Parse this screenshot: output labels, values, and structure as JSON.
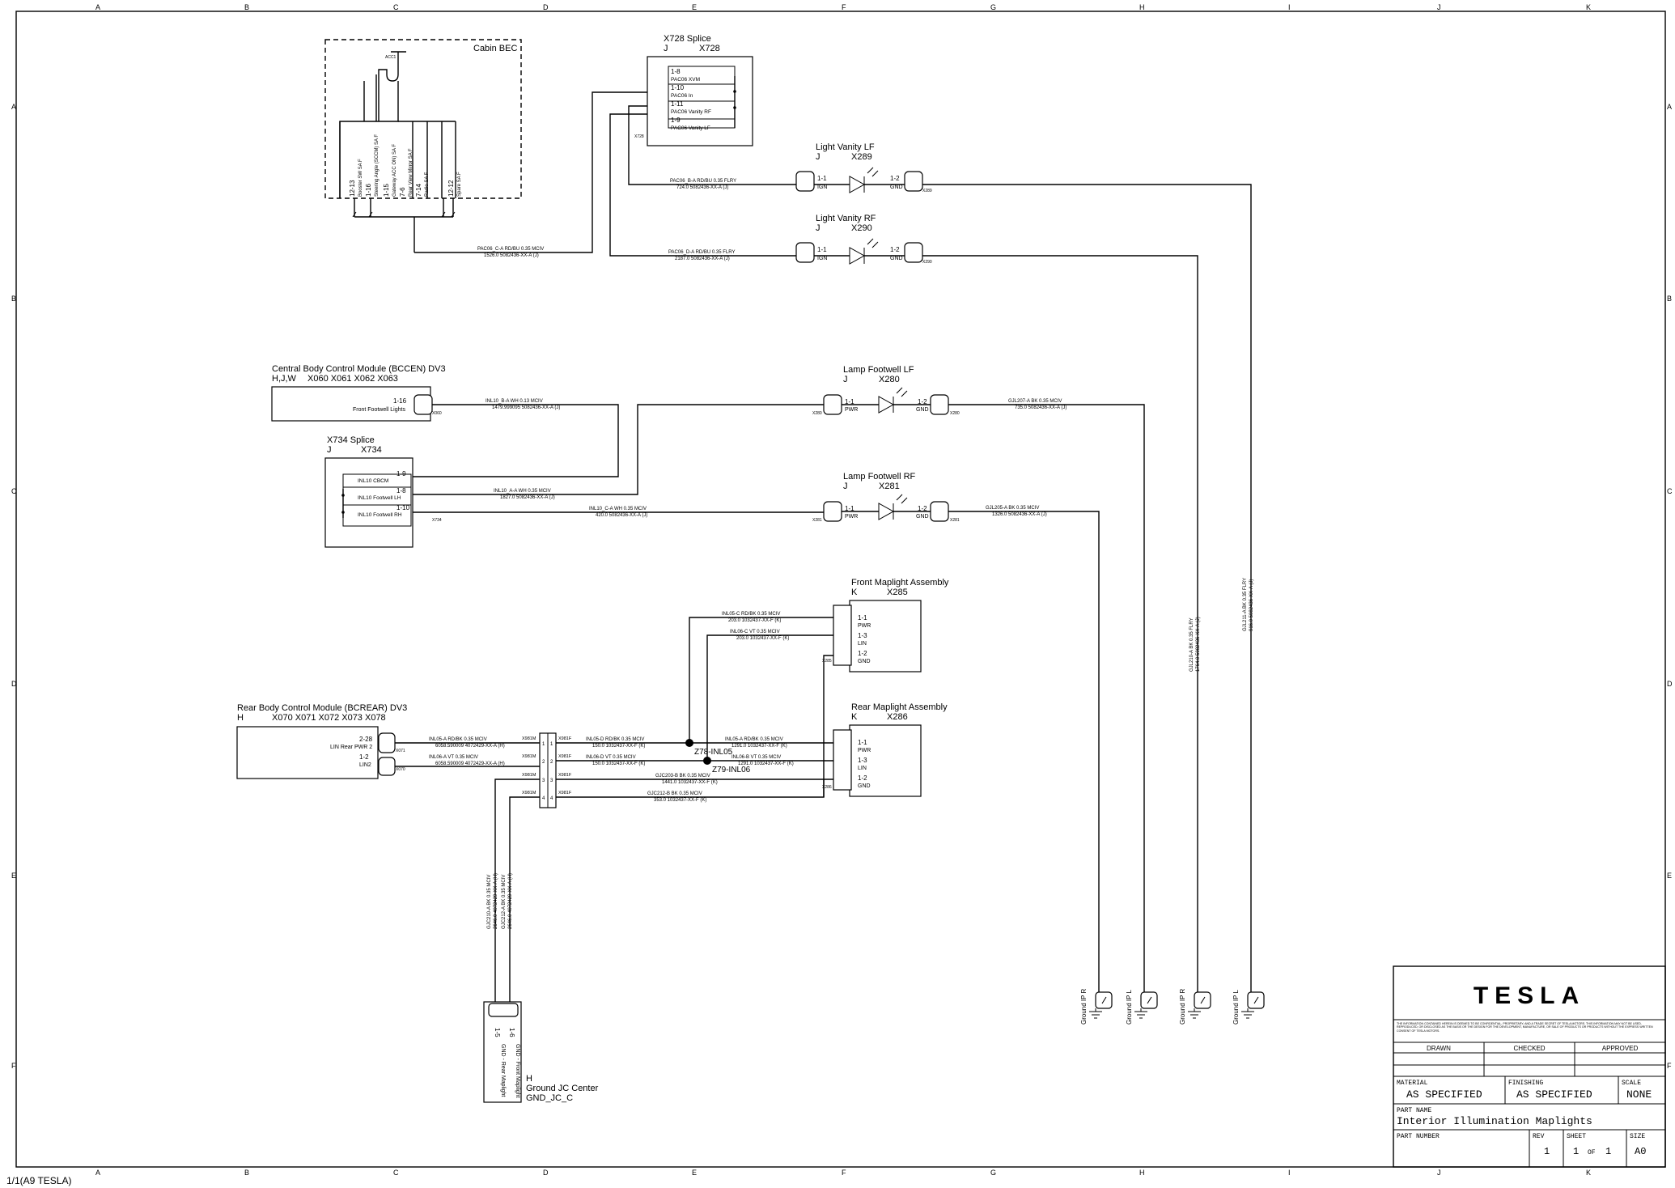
{
  "border": {
    "columns": [
      "A",
      "B",
      "C",
      "D",
      "E",
      "F",
      "G",
      "H",
      "I",
      "J",
      "K"
    ],
    "rows": [
      "A",
      "B",
      "C",
      "D",
      "E",
      "F"
    ]
  },
  "footer_page": "1/1(A9 TESLA)",
  "components": {
    "cabin_bec": {
      "title": "Cabin BEC",
      "top_label": "ACC1",
      "pins": [
        "12-13",
        "1-16",
        "1-15",
        "7-6",
        "7-14",
        "12-12"
      ],
      "pin_labels": [
        "Booster SW SA F",
        "Steering Angle (SCCM) SA F",
        "Gateway ACC ON) SA F",
        "Rear View Mirror SA F",
        "Radio SA F",
        "Spare SA F"
      ]
    },
    "x728": {
      "title": "X728 Splice",
      "family": "J",
      "id": "X728",
      "pins": [
        {
          "pin": "1-8",
          "name": "PAC06 XVM"
        },
        {
          "pin": "1-10",
          "name": "PAC06 In"
        },
        {
          "pin": "1-11",
          "name": "PAC06 Vanity RF"
        },
        {
          "pin": "1-9",
          "name": "PAC06 Vanity LF"
        }
      ],
      "conn": "X728"
    },
    "vanity_lf": {
      "title": "Light Vanity LF",
      "family": "J",
      "id": "X289",
      "pin1": "1-1",
      "pin1_name": "IGN",
      "pin2": "1-2",
      "pin2_name": "GND",
      "conn": "X289"
    },
    "vanity_rf": {
      "title": "Light Vanity RF",
      "family": "J",
      "id": "X290",
      "pin1": "1-1",
      "pin1_name": "IGN",
      "pin2": "1-2",
      "pin2_name": "GND",
      "conn": "X290"
    },
    "bccen": {
      "title": "Central Body Control Module (BCCEN) DV3",
      "family": "H,J,W",
      "ids": "X060   X061   X062   X063",
      "pin": "1-16",
      "pin_name": "Front Footwell Lights",
      "conn": "X060"
    },
    "x734": {
      "title": "X734 Splice",
      "family": "J",
      "id": "X734",
      "pins": [
        {
          "pin": "1-9",
          "name": "INL10 CBCM"
        },
        {
          "pin": "1-8",
          "name": "INL10 Footwell LH"
        },
        {
          "pin": "1-10",
          "name": "INL10 Footwell RH"
        }
      ],
      "conn": "X734"
    },
    "footwell_lf": {
      "title": "Lamp Footwell LF",
      "family": "J",
      "id": "X280",
      "pin1": "1-1",
      "pin1_name": "PWR",
      "pin2": "1-2",
      "pin2_name": "GND",
      "conn": "X280"
    },
    "footwell_rf": {
      "title": "Lamp Footwell RF",
      "family": "J",
      "id": "X281",
      "pin1": "1-1",
      "pin1_name": "PWR",
      "pin2": "1-2",
      "pin2_name": "GND",
      "conn": "X281"
    },
    "front_maplight": {
      "title": "Front Maplight Assembly",
      "family": "K",
      "id": "X285",
      "pins": [
        {
          "pin": "1-1",
          "name": "PWR"
        },
        {
          "pin": "1-3",
          "name": "LIN"
        },
        {
          "pin": "1-2",
          "name": "GND"
        }
      ],
      "conn": "X285"
    },
    "rear_maplight": {
      "title": "Rear Maplight Assembly",
      "family": "K",
      "id": "X286",
      "pins": [
        {
          "pin": "1-1",
          "name": "PWR"
        },
        {
          "pin": "1-3",
          "name": "LIN"
        },
        {
          "pin": "1-2",
          "name": "GND"
        }
      ],
      "conn": "X286"
    },
    "bcrear": {
      "title": "Rear Body Control Module (BCREAR) DV3",
      "family": "H",
      "ids": "X070   X071   X072   X073   X078",
      "pins": [
        {
          "pin": "2-28",
          "name": "LIN Rear PWR 2"
        },
        {
          "pin": "1-2",
          "name": "LIN2"
        }
      ],
      "conns": [
        "X071",
        "X070"
      ]
    },
    "ground_jc": {
      "family": "H",
      "title": "Ground JC Center",
      "id": "GND_JC_C",
      "pins": [
        "1-5",
        "1-6"
      ],
      "pin_names": [
        "GND - Rear Maplight",
        "GND - Front Maplight"
      ]
    },
    "x981": {
      "male": "X981M",
      "female": "X981F",
      "pins": [
        "1",
        "2",
        "3",
        "4"
      ]
    },
    "splices": {
      "z78": "Z78-INL05",
      "z79": "Z79-INL06"
    }
  },
  "wires": {
    "pac06_c": [
      "PAC06_C-A   RD/BU   0.35   MCIV",
      "1526.0    5082436-XX-A (J)"
    ],
    "pac06_b": [
      "PAC06_B-A   RD/BU   0.35   FLRY",
      "724.0    5082436-XX-A (J)"
    ],
    "pac06_d": [
      "PAC06_D-A   RD/BU   0.35   FLRY",
      "2187.0    5082436-XX-A (J)"
    ],
    "inl10_b": [
      "INL10_B-A   WH   0.13   MCIV",
      "1479.999095    5082436-XX-A (J)"
    ],
    "inl10_a": [
      "INL10_A-A   WH   0.35   MCIV",
      "1827.0    5082436-XX-A (J)"
    ],
    "inl10_c": [
      "INL10_C-A   WH   0.35   MCIV",
      "420.0    5082436-XX-A (J)"
    ],
    "gjl207": [
      "GJL207-A   BK   0.35   MCIV",
      "735.0    5082436-XX-A (J)"
    ],
    "gjl205": [
      "GJL205-A   BK   0.35   MCIV",
      "1326.0    5082436-XX-A (J)"
    ],
    "inl05_c": [
      "INL05-C   RD/BK   0.35   MCIV",
      "203.0    1032437-XX-F (K)"
    ],
    "inl06_c": [
      "INL06-C   VT   0.35   MCIV",
      "203.0    1032437-XX-F (K)"
    ],
    "inl05_a": [
      "INL05-A   RD/BK   0.35   MCIV",
      "6058.590009    4072429-XX-A (H)"
    ],
    "inl06_a": [
      "INL06-A   VT   0.35   MCIV",
      "6058.590009    4072429-XX-A (H)"
    ],
    "inl05_d": [
      "INL05-D   RD/BK   0.35   MCIV",
      "150.0    1032437-XX-F (K)"
    ],
    "inl06_d": [
      "INL06-D   VT   0.35   MCIV",
      "150.0    1032437-XX-F (K)"
    ],
    "inl05_b": [
      "INL05-A   RD/BK   0.35   MCIV",
      "1291.0    1032437-XX-F (K)"
    ],
    "inl06_b": [
      "INL06-B   VT   0.35   MCIV",
      "1291.0    1032437-XX-F (K)"
    ],
    "gjc203": [
      "GJC203-B   BK   0.35   MCIV",
      "1441.0    1032437-XX-F (K)"
    ],
    "gjc212": [
      "GJC212-B   BK   0.35   MCIV",
      "353.0    1032437-XX-F (K)"
    ],
    "gjc210": [
      "GJC210-A   BK   0.35   MCIV",
      "2646.0    4072429-XX-A (H)"
    ],
    "gjc212a": [
      "GJC212-A   BK   0.35   MCIV",
      "2646.0    4072429-XX-A (H)"
    ],
    "gjl210": [
      "GJL210-A   BK   0.35   FLRY",
      "1764.0    5082436-XX-A (J)"
    ],
    "gjl211": [
      "GJL211-A   BK   0.35   FLRY",
      "916.0    5082436-XX-A (J)"
    ]
  },
  "grounds": [
    {
      "label": "Ground IP R"
    },
    {
      "label": "Ground IP L"
    },
    {
      "label": "Ground IP R"
    },
    {
      "label": "Ground IP L"
    }
  ],
  "title_block": {
    "logo": "TESLA",
    "legal": "THE INFORMATION CONTAINED HEREIN IS DEEMED TO BE CONFIDENTIAL, PROPRIETARY, AND A TRADE SECRET OF TESLA MOTORS. THIS INFORMATION MAY NOT BE USED, REPRODUCED, OR DISCLOSED AS THE BASIS OR THE DESIGN FOR THE DEVELOPMENT, MANUFACTURE, OR SALE OF PRODUCTS OR PRODUCTS WITHOUT THE EXPRESS WRITTEN CONSENT OF TESLA MOTORS.",
    "drawn": "DRAWN",
    "checked": "CHECKED",
    "approved": "APPROVED",
    "material_label": "MATERIAL",
    "material": "AS SPECIFIED",
    "finishing_label": "FINISHING",
    "finishing": "AS SPECIFIED",
    "scale_label": "SCALE",
    "scale": "NONE",
    "part_name_label": "PART NAME",
    "part_name": "Interior Illumination Maplights",
    "part_number_label": "PART NUMBER",
    "rev_label": "REV",
    "rev": "1",
    "sheet_label": "SHEET",
    "sheet": "1",
    "sheet_of": "OF",
    "sheet_total": "1",
    "size_label": "SIZE",
    "size": "A0"
  }
}
